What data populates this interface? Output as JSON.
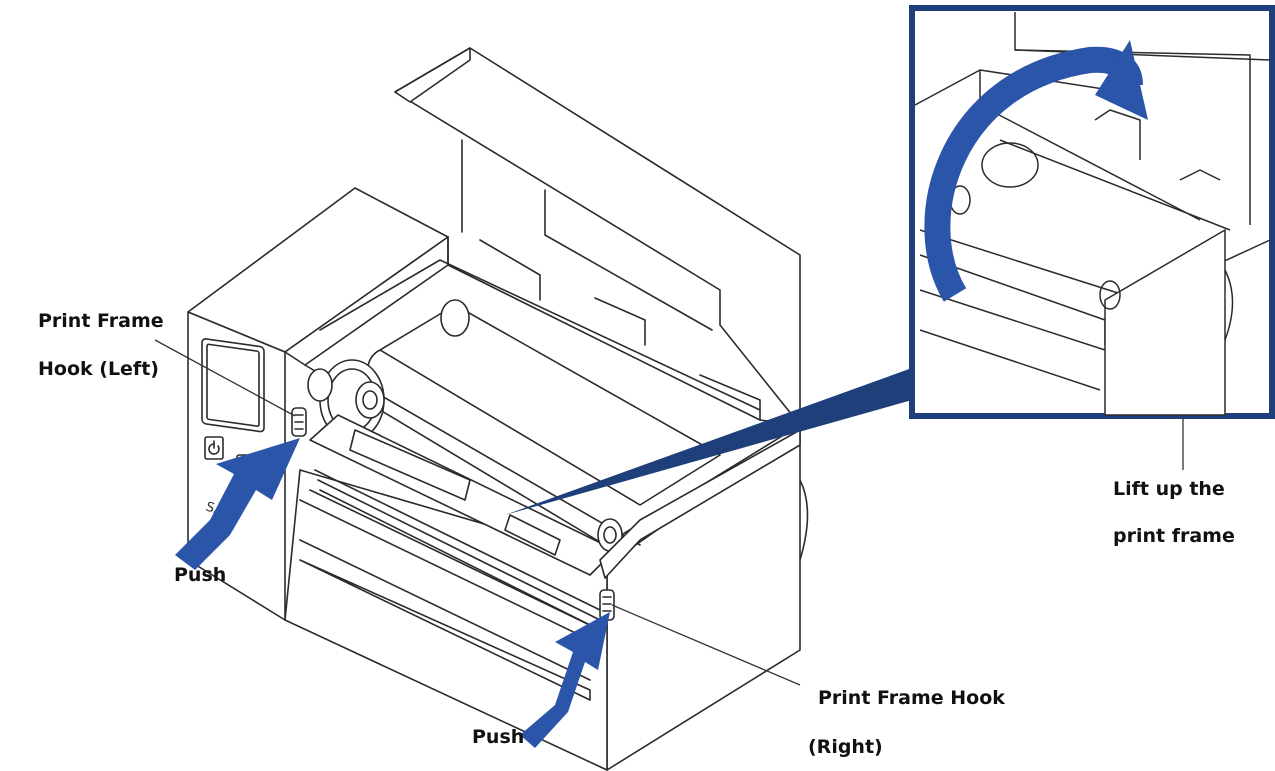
{
  "labels": {
    "hook_left_line1": "Print Frame",
    "hook_left_line2": "Hook (Left)",
    "push_left": "Push",
    "push_right": "Push",
    "hook_right_line1": "Print Frame Hook",
    "hook_right_line2": "(Right)",
    "lift_line1": "Lift up the",
    "lift_line2": "print frame"
  },
  "printer": {
    "brand": "SATO"
  },
  "colors": {
    "arrow": "#2a55a8",
    "callout": "#1e3f7a",
    "line": "#2b2b2b"
  },
  "icons": [
    "power-icon",
    "feed-icon",
    "push-arrow-icon",
    "lift-curved-arrow-icon"
  ]
}
